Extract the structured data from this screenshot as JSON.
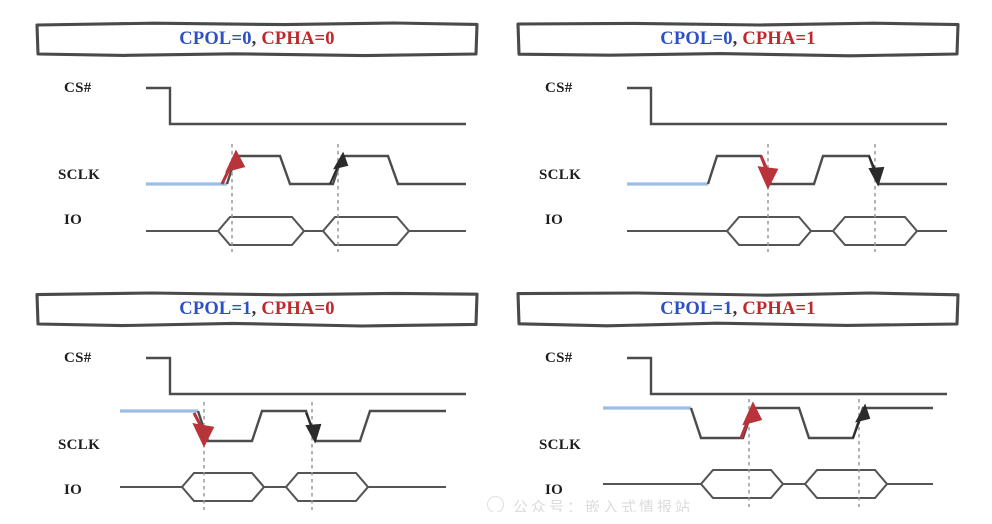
{
  "figure": {
    "kind": "spi-timing-diagram",
    "background_color": "#ffffff",
    "colors": {
      "cpol_text": "#2c50c8",
      "cpha_text": "#c0282d",
      "waveform": "#4c4c4c",
      "idle_clock": "#9cbde4",
      "sample_arrow_primary": "#b8333a",
      "sample_arrow_secondary": "#2b2b2b",
      "sample_dashed_line": "#9a9a9a",
      "box_border": "#4a4a4a"
    }
  },
  "panels": [
    {
      "id": "cpol0-cpha0",
      "title": {
        "cpol": "CPOL=0",
        "separator": ", ",
        "cpha": "CPHA=0"
      },
      "signals": {
        "cs": "CS#",
        "sclk": "SCLK",
        "io": "IO"
      },
      "clock": {
        "idle_level": "low",
        "cpol": 0,
        "cpha": 0,
        "sample_edge": "rising",
        "sample_edge_index": 1
      },
      "arrows": [
        {
          "direction": "up",
          "color": "#b8333a",
          "edge": "rising",
          "order": 1
        },
        {
          "direction": "up",
          "color": "#2b2b2b",
          "edge": "rising",
          "order": 2
        }
      ]
    },
    {
      "id": "cpol0-cpha1",
      "title": {
        "cpol": "CPOL=0",
        "separator": ", ",
        "cpha": "CPHA=1"
      },
      "signals": {
        "cs": "CS#",
        "sclk": "SCLK",
        "io": "IO"
      },
      "clock": {
        "idle_level": "low",
        "cpol": 0,
        "cpha": 1,
        "sample_edge": "falling",
        "sample_edge_index": 2
      },
      "arrows": [
        {
          "direction": "down",
          "color": "#b8333a",
          "edge": "falling",
          "order": 1
        },
        {
          "direction": "down",
          "color": "#2b2b2b",
          "edge": "falling",
          "order": 2
        }
      ]
    },
    {
      "id": "cpol1-cpha0",
      "title": {
        "cpol": "CPOL=1",
        "separator": ", ",
        "cpha": "CPHA=0"
      },
      "signals": {
        "cs": "CS#",
        "sclk": "SCLK",
        "io": "IO"
      },
      "clock": {
        "idle_level": "high",
        "cpol": 1,
        "cpha": 0,
        "sample_edge": "falling",
        "sample_edge_index": 1
      },
      "arrows": [
        {
          "direction": "down",
          "color": "#b8333a",
          "edge": "falling",
          "order": 1
        },
        {
          "direction": "down",
          "color": "#2b2b2b",
          "edge": "falling",
          "order": 2
        }
      ]
    },
    {
      "id": "cpol1-cpha1",
      "title": {
        "cpol": "CPOL=1",
        "separator": ", ",
        "cpha": "CPHA=1"
      },
      "signals": {
        "cs": "CS#",
        "sclk": "SCLK",
        "io": "IO"
      },
      "clock": {
        "idle_level": "high",
        "cpol": 1,
        "cpha": 1,
        "sample_edge": "rising",
        "sample_edge_index": 2
      },
      "arrows": [
        {
          "direction": "up",
          "color": "#b8333a",
          "edge": "rising",
          "order": 1
        },
        {
          "direction": "up",
          "color": "#2b2b2b",
          "edge": "rising",
          "order": 2
        }
      ]
    }
  ],
  "watermark": {
    "visible": true,
    "clipped": true,
    "text": "公众号：嵌入式情报站"
  }
}
